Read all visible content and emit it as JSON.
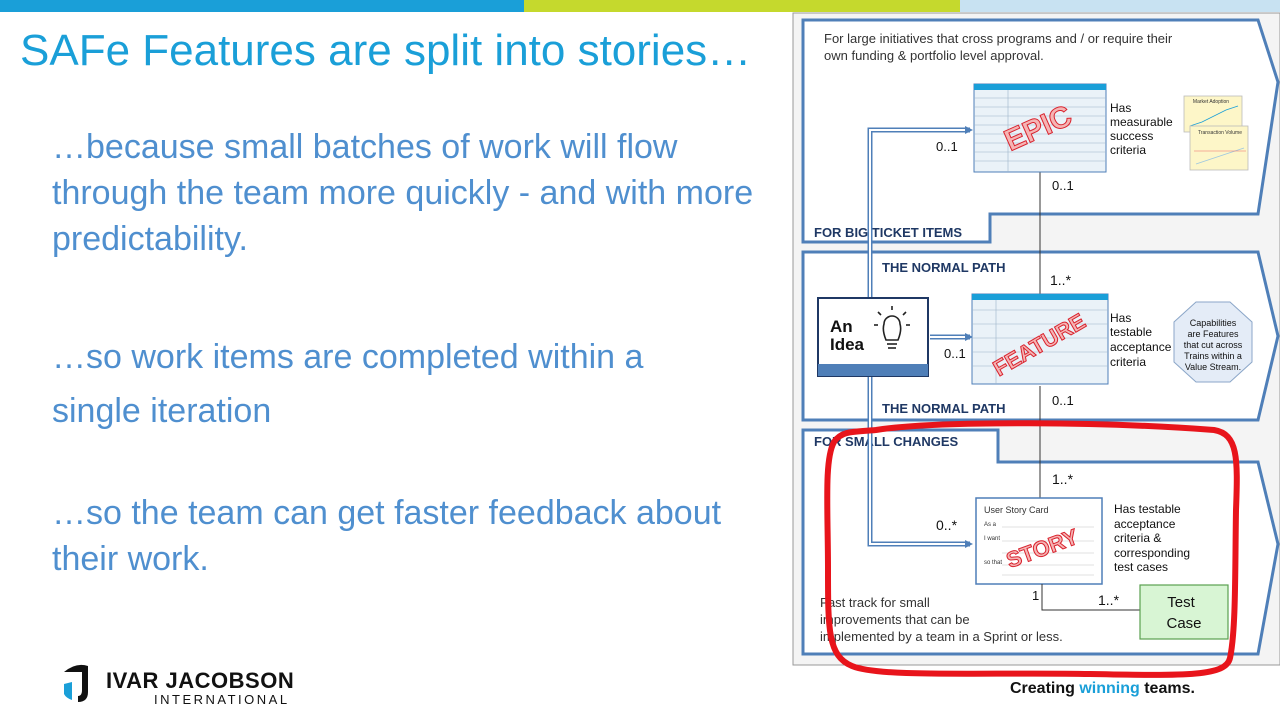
{
  "slide": {
    "title": "SAFe Features are split into stories…",
    "bullets": [
      "…because small batches of work will flow through the team more quickly - and with more predictability.",
      "…so work items are completed within a single iteration",
      "…so the team can get faster feedback about their work."
    ],
    "logo_main": "IVAR JACOBSON",
    "logo_sub": "INTERNATIONAL",
    "tagline_pre": "Creating ",
    "tagline_hl": "winning",
    "tagline_post": " teams.",
    "colors": {
      "accent_blue": "#1a9fd8",
      "bullet_blue": "#4f8fcf",
      "bar_green": "#c5d92d",
      "highlight_red": "#e8141b",
      "panel_border": "#4f7fb8"
    }
  },
  "diagram": {
    "top_note": [
      "For large initiatives that cross programs and / or require their",
      "own funding & portfolio level approval."
    ],
    "big_ticket_label": "FOR BIG TICKET ITEMS",
    "normal_path_label_top": "THE NORMAL PATH",
    "normal_path_label_bottom": "THE NORMAL PATH",
    "small_changes_label": "FOR SMALL CHANGES",
    "epic_stamp": "EPIC",
    "feature_stamp": "FEATURE",
    "story_stamp": "STORY",
    "epic_note": [
      "Has",
      "measurable",
      "success",
      "criteria"
    ],
    "feature_note": [
      "Has",
      "testable",
      "acceptance",
      "criteria"
    ],
    "story_note": [
      "Has testable",
      "acceptance",
      "criteria &",
      "corresponding",
      "test cases"
    ],
    "capabilities_note": [
      "Capabilities",
      "are Features",
      "that cut across",
      "Trains within a",
      "Value Stream."
    ],
    "idea_line1": "An",
    "idea_line2": "Idea",
    "test_case_line1": "Test",
    "test_case_line2": "Case",
    "story_card_title": "User Story Card",
    "story_card_rows": [
      "As a",
      "I want",
      "so that"
    ],
    "chart_thumb_1": "Market Adoption",
    "chart_thumb_2": "Transaction Volume",
    "mult_epic_idea": "0..1",
    "mult_epic_below": "0..1",
    "mult_feature_above": "1..*",
    "mult_feature_idea": "0..1",
    "mult_feature_below": "0..1",
    "mult_story_above": "1..*",
    "mult_story_idea": "0..*",
    "mult_test_left": "1",
    "mult_test_right": "1..*",
    "fast_track_note": [
      "Fast track for small",
      "improvements that can be",
      "implemented by a team in a Sprint or less."
    ]
  }
}
